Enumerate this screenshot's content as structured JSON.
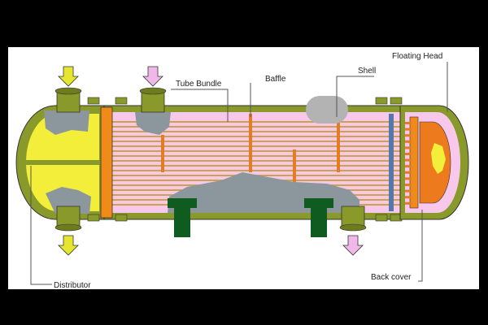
{
  "labels": {
    "tube_bundle": "Tube Bundle",
    "baffle": "Baffle",
    "shell": "Shell",
    "floating_head": "Floating Head",
    "distributor": "Distributor",
    "back_cover": "Back cover"
  },
  "colors": {
    "background": "#000000",
    "panel": "#ffffff",
    "shell_body": "#8a9a2a",
    "shell_interior": "#f7c8ec",
    "distributor_fill": "#f2ee3a",
    "tube": "#c9a544",
    "tube_sheet": "#f08a18",
    "floating_head": "#ee7a1e",
    "cutaway": "#8b979c",
    "support": "#0f5b20",
    "arrow_yellow": "#e6e630",
    "arrow_pink": "#f0b8e8",
    "leader": "#555555"
  },
  "icons": [
    "down-arrow-icon"
  ]
}
